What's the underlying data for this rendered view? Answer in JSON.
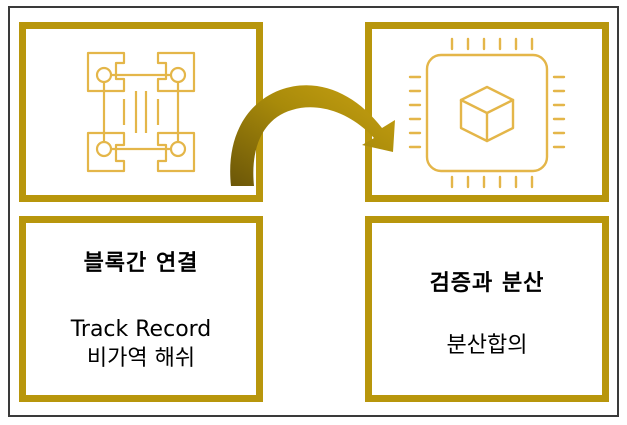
{
  "colors": {
    "gold": "#b8960c",
    "icon_gold": "#e4b649",
    "frame": "#3a3a3a"
  },
  "panels": {
    "top_left": {
      "icon": "blockchain-network-icon"
    },
    "top_right": {
      "icon": "cpu-chip-cube-icon"
    },
    "bottom_left": {
      "title": "블록간 연결",
      "line1": "Track Record",
      "line2": "비가역 해쉬"
    },
    "bottom_right": {
      "title": "검증과 분산",
      "line1": "분산합의"
    }
  },
  "connector": {
    "icon": "curved-arrow-icon"
  }
}
